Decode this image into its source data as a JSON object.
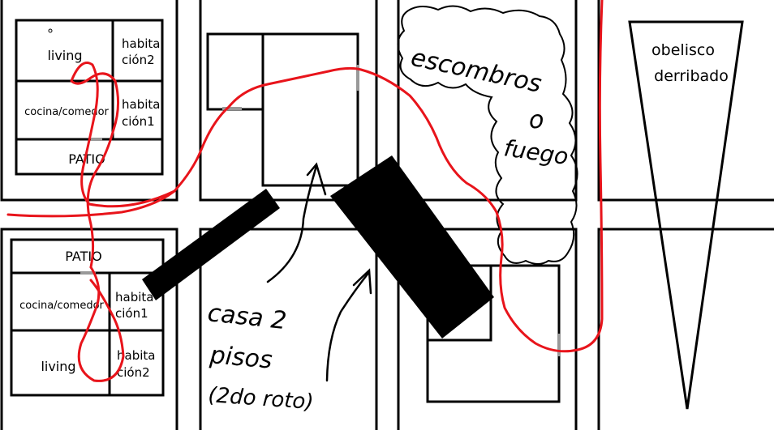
{
  "house_top_left": {
    "rooms": {
      "living": "living",
      "hab2_line1": "habita",
      "hab2_line2": "ción2",
      "kitchen": "cocina/comedor",
      "hab1_line1": "habita",
      "hab1_line2": "ción1",
      "patio": "PATIO"
    }
  },
  "house_bottom_left": {
    "rooms": {
      "patio": "PATIO",
      "kitchen": "cocina/comedor",
      "hab1_line1": "habita",
      "hab1_line2": "ción1",
      "living": "living",
      "hab2_line1": "habita",
      "hab2_line2": "ción2"
    }
  },
  "annotations": {
    "debris_line1": "escombros",
    "debris_line2": "o",
    "debris_line3": "fuego",
    "obelisk_line1": "obelisco",
    "obelisk_line2": "derribado",
    "two_floor_line1": "casa 2",
    "two_floor_line2": "pisos",
    "two_floor_line3": "(2do roto)"
  },
  "colors": {
    "route": "#e8141b",
    "ink": "#000000",
    "door": "#999999",
    "background": "#ffffff"
  }
}
